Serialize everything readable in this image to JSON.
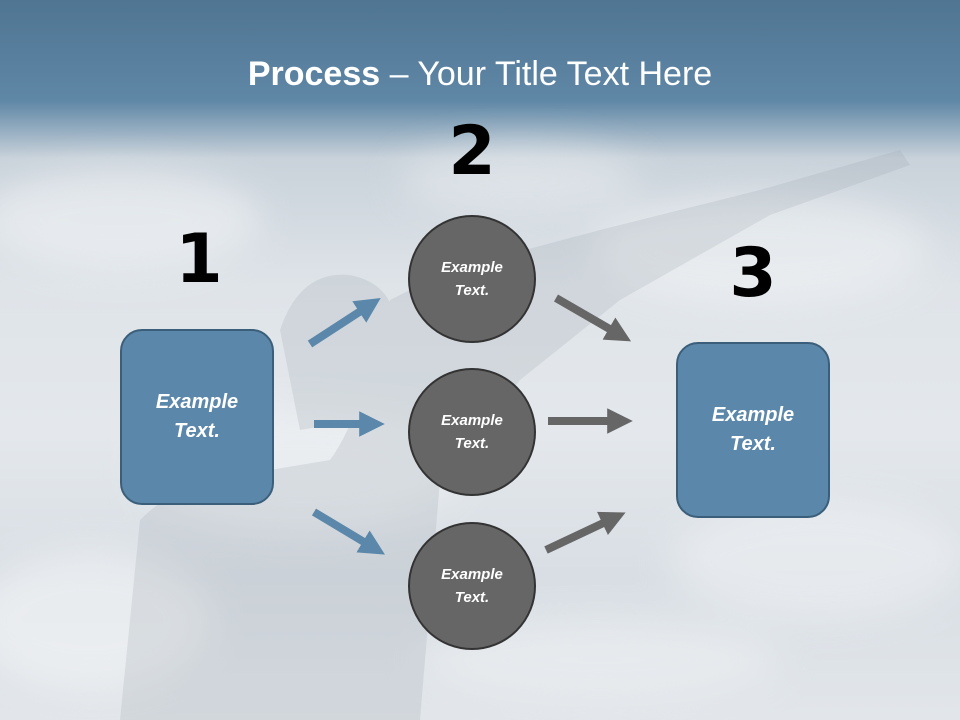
{
  "title": {
    "bold": "Process",
    "rest": " – Your Title Text Here"
  },
  "steps": {
    "one": "1",
    "two": "2",
    "three": "3"
  },
  "left_box": {
    "text": "Example Text."
  },
  "right_box": {
    "text": "Example Text."
  },
  "circles": [
    {
      "text": "Example Text."
    },
    {
      "text": "Example Text."
    },
    {
      "text": "Example Text."
    }
  ],
  "colors": {
    "box": "#5b87aa",
    "circle": "#666666",
    "arrow_blue": "#5b87aa",
    "arrow_gray": "#666666"
  }
}
